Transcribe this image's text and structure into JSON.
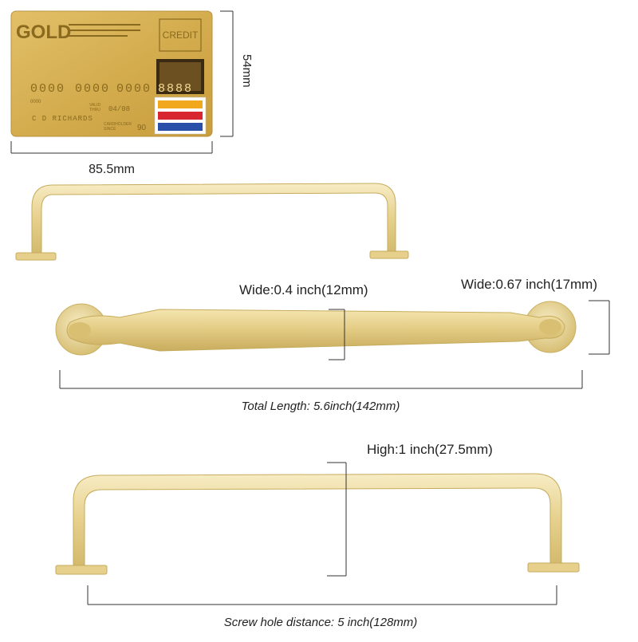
{
  "card": {
    "brand": "GOLD",
    "type": "CREDIT",
    "number": [
      "0000",
      "0000",
      "0000",
      "8888"
    ],
    "small_number": "0000",
    "valid_thru_label": [
      "VALID",
      "THRU"
    ],
    "valid_thru": "04/08",
    "holder": "C D RICHARDS",
    "member_since_label": [
      "CARDHOLDER",
      "SINCE"
    ],
    "member_since": "90",
    "stripe_colors": [
      "#f2a81d",
      "#d7262f",
      "#2a4fa8"
    ],
    "gold_color": "#d9b55a"
  },
  "dimensions": {
    "card_height": "54mm",
    "card_width": "85.5mm",
    "center_width": "Wide:0.4 inch(12mm)",
    "end_width": "Wide:0.67 inch(17mm)",
    "total_length": "Total Length: 5.6inch(142mm)",
    "height": "High:1 inch(27.5mm)",
    "screw_distance": "Screw hole distance: 5 inch(128mm)"
  },
  "colors": {
    "handle": "#e6d08c",
    "handle_shadow": "#c9ae5c",
    "handle_highlight": "#f6ebc0",
    "dimension_line": "#333333"
  }
}
